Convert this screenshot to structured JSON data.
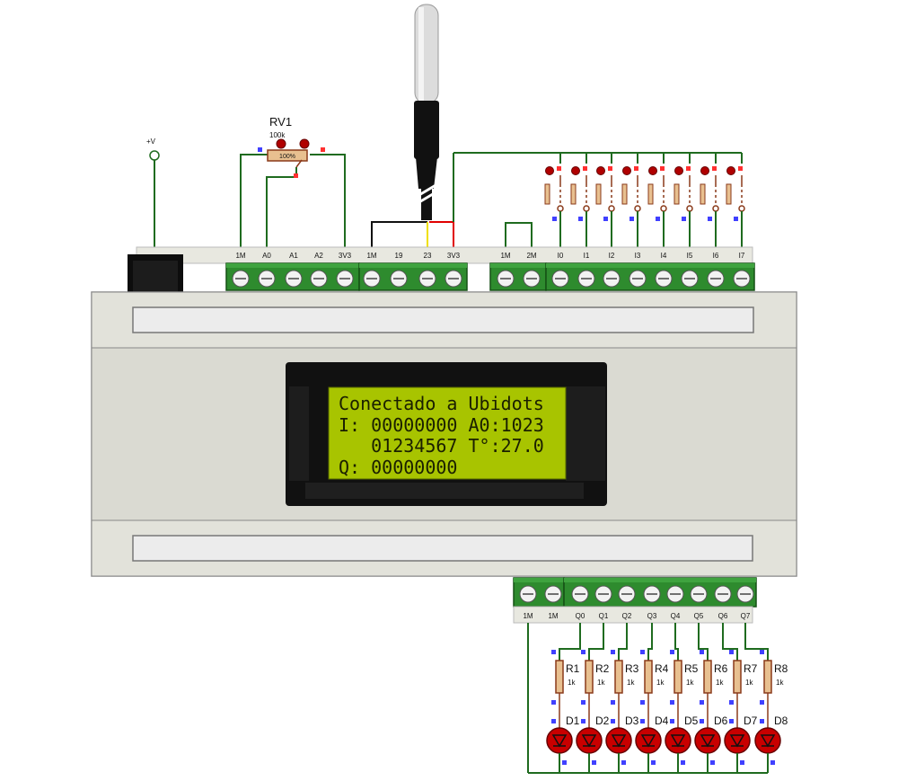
{
  "supply": {
    "label": "+V"
  },
  "pot": {
    "name": "RV1",
    "value": "100k",
    "setting": "100%"
  },
  "terminal_labels": {
    "analog": [
      "1M",
      "A0",
      "A1",
      "A2",
      "3V3"
    ],
    "sensor": [
      "1M",
      "19",
      "23",
      "3V3"
    ],
    "common": [
      "1M",
      "2M"
    ],
    "inputs": [
      "I0",
      "I1",
      "I2",
      "I3",
      "I4",
      "I5",
      "I6",
      "I7"
    ],
    "outputs": [
      "1M",
      "1M",
      "Q0",
      "Q1",
      "Q2",
      "Q3",
      "Q4",
      "Q5",
      "Q6",
      "Q7"
    ]
  },
  "lcd": {
    "line1": "Conectado a Ubidots",
    "line2": "I: 00000000 A0:1023",
    "line3": "   01234567 T°:27.0",
    "line4": "Q: 00000000"
  },
  "resistors": [
    {
      "name": "R1",
      "value": "1k"
    },
    {
      "name": "R2",
      "value": "1k"
    },
    {
      "name": "R3",
      "value": "1k"
    },
    {
      "name": "R4",
      "value": "1k"
    },
    {
      "name": "R5",
      "value": "1k"
    },
    {
      "name": "R6",
      "value": "1k"
    },
    {
      "name": "R7",
      "value": "1k"
    },
    {
      "name": "R8",
      "value": "1k"
    }
  ],
  "leds": [
    "D1",
    "D2",
    "D3",
    "D4",
    "D5",
    "D6",
    "D7",
    "D8"
  ],
  "colors": {
    "terminal_green": "#2e8b2e",
    "wire_green": "#1f6b1f",
    "enclosure": "#deded6",
    "lcd_bg": "#a8c400",
    "led_red": "#c80000",
    "wire_red": "#e00000",
    "wire_yellow": "#f0e000",
    "pin_blue": "#4040ff"
  }
}
